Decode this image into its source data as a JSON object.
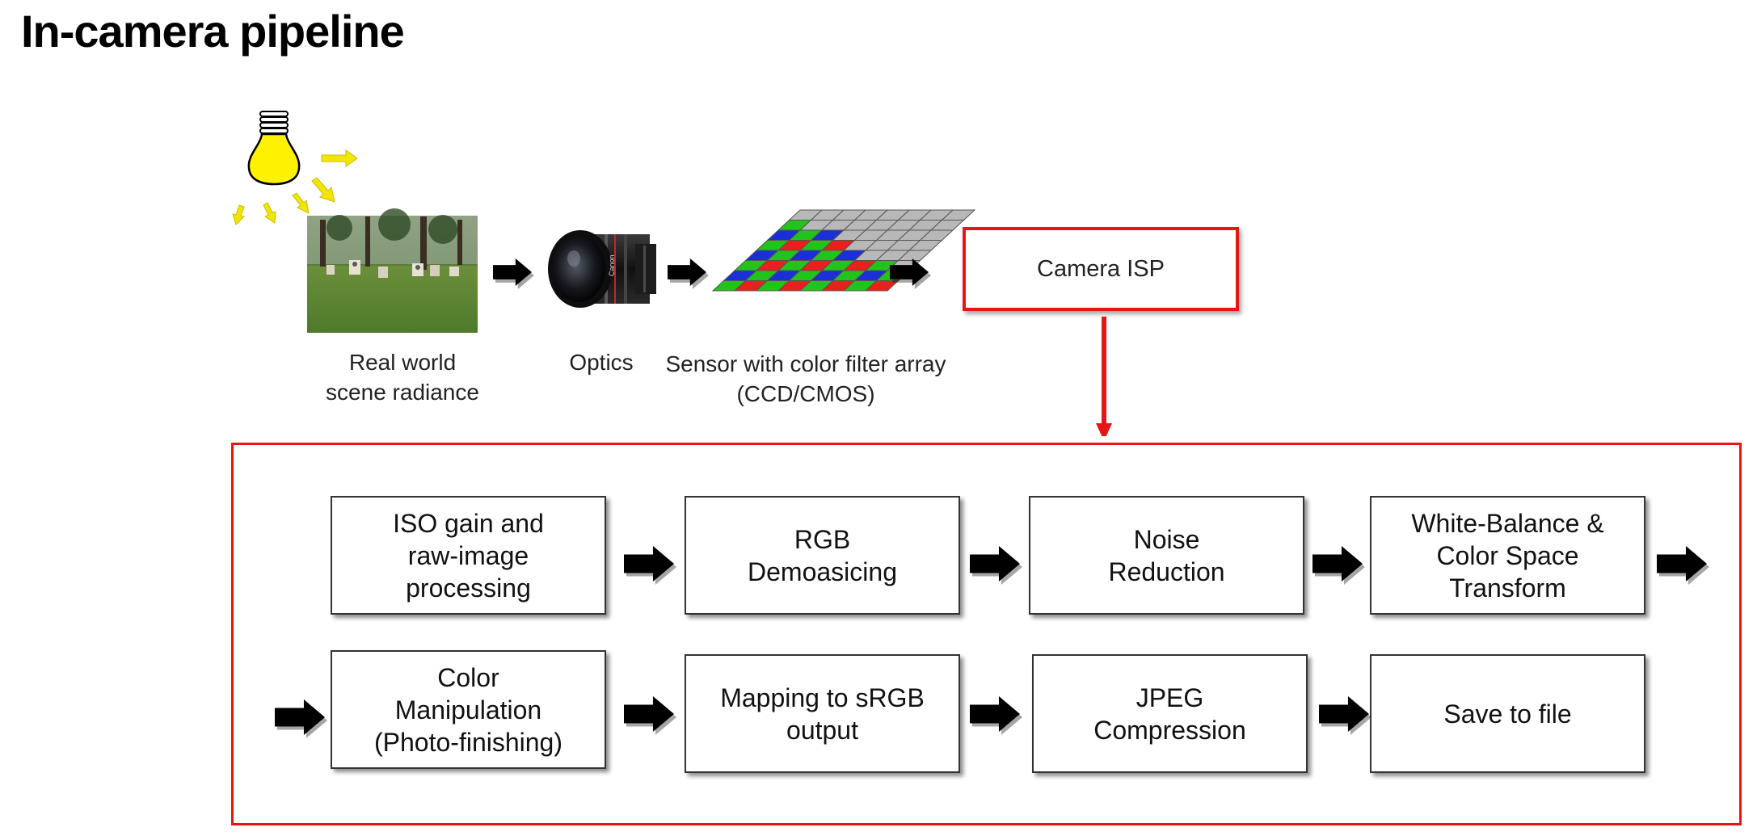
{
  "page": {
    "title": "In-camera pipeline"
  },
  "capture": {
    "scene_caption": [
      "Real world",
      "scene radiance"
    ],
    "optics_caption": "Optics",
    "sensor_caption": [
      "Sensor with color filter array",
      "(CCD/CMOS)"
    ],
    "isp_label": "Camera ISP"
  },
  "isp_stages": [
    {
      "lines": [
        "ISO gain and",
        "raw-image",
        "processing"
      ]
    },
    {
      "lines": [
        "RGB",
        "Demoasicing"
      ]
    },
    {
      "lines": [
        "Noise",
        "Reduction"
      ]
    },
    {
      "lines": [
        "White-Balance &",
        "Color Space",
        "Transform"
      ]
    },
    {
      "lines": [
        "Color",
        "Manipulation",
        "(Photo-finishing)"
      ]
    },
    {
      "lines": [
        "Mapping to sRGB",
        "output"
      ]
    },
    {
      "lines": [
        "JPEG",
        "Compression"
      ]
    },
    {
      "lines": [
        "Save to file"
      ]
    }
  ],
  "colors": {
    "accent_red": "#e81515",
    "bulb_yellow": "#fff200",
    "ray_yellow": "#f2e600",
    "cfa_red": "#e8201e",
    "cfa_green": "#22c41c",
    "cfa_blue": "#1c2fd6",
    "sensor_gray": "#b8b8b8"
  },
  "icons": [
    "light-bulb-icon",
    "light-ray-icon",
    "scene-photo",
    "camera-lens-icon",
    "bayer-sensor-icon",
    "right-arrow-icon"
  ]
}
